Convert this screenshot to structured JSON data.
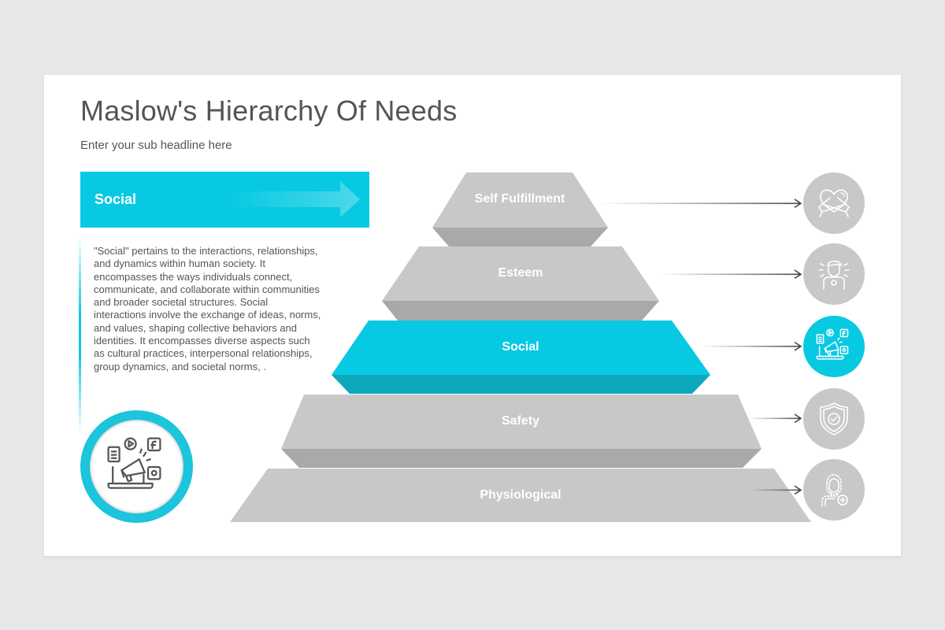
{
  "header": {
    "title": "Maslow's Hierarchy Of Needs",
    "subtitle": "Enter your sub headline here"
  },
  "detail": {
    "banner_label": "Social",
    "description": "\"Social\" pertains to the interactions, relationships, and dynamics within human society. It encompasses the ways individuals connect, communicate, and collaborate within communities and broader societal structures. Social interactions involve the exchange of ideas, norms, and values, shaping collective behaviors and identities. It encompasses diverse aspects such as cultural practices, interpersonal relationships, group dynamics, and societal norms, .",
    "icon": "social-media-marketing-icon"
  },
  "colors": {
    "accent": "#08c9e2",
    "accent_dark": "#0ea8bd",
    "tier_face": "#c8c8c8",
    "tier_side": "#a9a9a9",
    "text": "#555555"
  },
  "pyramid": {
    "tiers": [
      {
        "label": "Self Fulfillment",
        "icon": "self-love-hug-icon",
        "active": false
      },
      {
        "label": "Esteem",
        "icon": "confident-person-icon",
        "active": false
      },
      {
        "label": "Social",
        "icon": "social-media-marketing-icon",
        "active": true
      },
      {
        "label": "Safety",
        "icon": "shield-check-icon",
        "active": false
      },
      {
        "label": "Physiological",
        "icon": "health-person-icon",
        "active": false
      }
    ]
  }
}
